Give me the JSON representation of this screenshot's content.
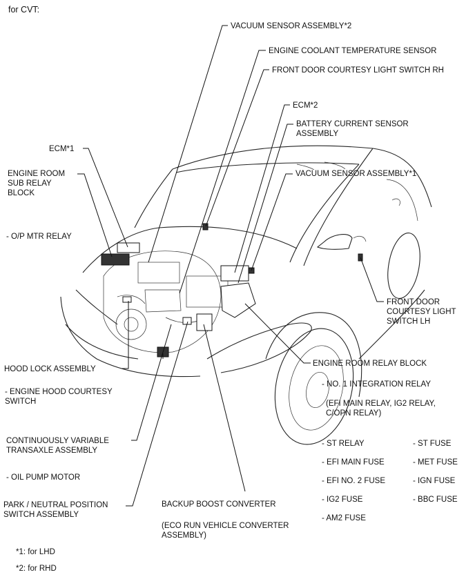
{
  "header": {
    "title": "for CVT:"
  },
  "labels": {
    "vacuum_sensor_2": "VACUUM SENSOR ASSEMBLY*2",
    "engine_coolant_temp": "ENGINE COOLANT TEMPERATURE SENSOR",
    "front_door_rh": "FRONT DOOR COURTESY LIGHT SWITCH RH",
    "ecm_2": "ECM*2",
    "battery_current_sensor": "BATTERY CURRENT SENSOR\nASSEMBLY",
    "ecm_1": "ECM*1",
    "engine_room_sub_relay": "ENGINE ROOM\nSUB RELAY\nBLOCK",
    "vacuum_sensor_1": "VACUUM SENSOR ASSEMBLY*1",
    "op_mtr_relay": "- O/P MTR RELAY",
    "front_door_lh": "FRONT DOOR\nCOURTESY LIGHT\nSWITCH LH",
    "hood_lock": "HOOD LOCK ASSEMBLY",
    "engine_room_relay_block": "ENGINE ROOM RELAY BLOCK",
    "engine_hood_courtesy": "- ENGINE HOOD COURTESY\nSWITCH",
    "no1_integration_relay": "- NO. 1 INTEGRATION RELAY",
    "integration_relay_detail": "(EFI MAIN RELAY, IG2 RELAY,\nC/OPN RELAY)",
    "cvt_assembly": "CONTINUOUSLY VARIABLE\nTRANSAXLE ASSEMBLY",
    "oil_pump_motor": "- OIL PUMP MOTOR",
    "park_neutral": "PARK / NEUTRAL POSITION\nSWITCH ASSEMBLY",
    "backup_boost": "BACKUP BOOST CONVERTER",
    "eco_run": "(ECO RUN VEHICLE CONVERTER\nASSEMBLY)"
  },
  "relay_block_items": {
    "left": [
      "- ST RELAY",
      "- EFI MAIN FUSE",
      "- EFI NO. 2 FUSE",
      "- IG2 FUSE",
      "- AM2 FUSE"
    ],
    "right": [
      "- ST FUSE",
      "- MET FUSE",
      "- IGN FUSE",
      "- BBC FUSE"
    ]
  },
  "footnotes": [
    "*1: for LHD",
    "*2: for RHD"
  ]
}
